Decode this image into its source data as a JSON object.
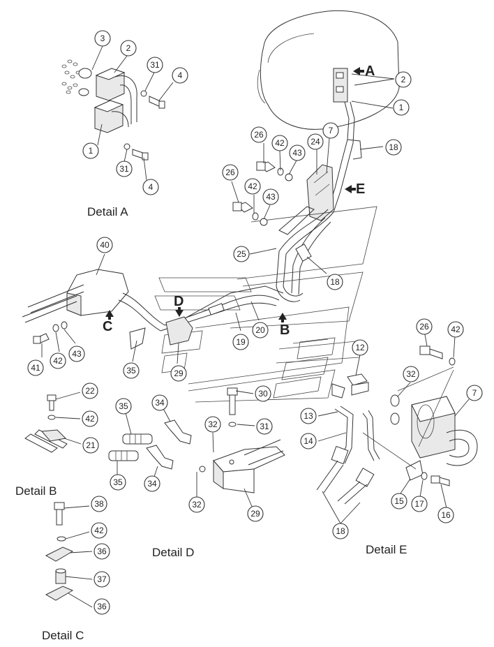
{
  "detail_titles": {
    "a": "Detail A",
    "b": "Detail B",
    "c": "Detail C",
    "d": "Detail D",
    "e": "Detail E"
  },
  "view_letters": {
    "a": "A",
    "b": "B",
    "c": "C",
    "d": "D",
    "e": "E"
  },
  "callouts": [
    {
      "id": "a-3",
      "label": "3"
    },
    {
      "id": "a-2",
      "label": "2"
    },
    {
      "id": "a-31-top",
      "label": "31"
    },
    {
      "id": "a-4-top",
      "label": "4"
    },
    {
      "id": "a-1",
      "label": "1"
    },
    {
      "id": "a-31-bottom",
      "label": "31"
    },
    {
      "id": "a-4-bottom",
      "label": "4"
    },
    {
      "id": "main-2",
      "label": "2"
    },
    {
      "id": "main-1",
      "label": "1"
    },
    {
      "id": "main-18-top",
      "label": "18"
    },
    {
      "id": "main-7",
      "label": "7"
    },
    {
      "id": "main-24",
      "label": "24"
    },
    {
      "id": "main-26-top",
      "label": "26"
    },
    {
      "id": "main-42-top",
      "label": "42"
    },
    {
      "id": "main-43-top",
      "label": "43"
    },
    {
      "id": "main-26-mid",
      "label": "26"
    },
    {
      "id": "main-42-mid",
      "label": "42"
    },
    {
      "id": "main-43-mid",
      "label": "43"
    },
    {
      "id": "main-25",
      "label": "25"
    },
    {
      "id": "main-18-mid",
      "label": "18"
    },
    {
      "id": "main-40",
      "label": "40"
    },
    {
      "id": "main-41",
      "label": "41"
    },
    {
      "id": "main-42-low",
      "label": "42"
    },
    {
      "id": "main-43-low",
      "label": "43"
    },
    {
      "id": "main-35",
      "label": "35"
    },
    {
      "id": "main-29",
      "label": "29"
    },
    {
      "id": "main-19",
      "label": "19"
    },
    {
      "id": "main-20",
      "label": "20"
    },
    {
      "id": "b-22",
      "label": "22"
    },
    {
      "id": "b-42",
      "label": "42"
    },
    {
      "id": "b-21",
      "label": "21"
    },
    {
      "id": "c-38",
      "label": "38"
    },
    {
      "id": "c-42",
      "label": "42"
    },
    {
      "id": "c-36-top",
      "label": "36"
    },
    {
      "id": "c-37",
      "label": "37"
    },
    {
      "id": "c-36-bottom",
      "label": "36"
    },
    {
      "id": "d-35-top",
      "label": "35"
    },
    {
      "id": "d-34-top",
      "label": "34"
    },
    {
      "id": "d-35-bottom",
      "label": "35"
    },
    {
      "id": "d-34-bottom",
      "label": "34"
    },
    {
      "id": "d-30",
      "label": "30"
    },
    {
      "id": "d-32-top",
      "label": "32"
    },
    {
      "id": "d-31",
      "label": "31"
    },
    {
      "id": "d-32-bottom",
      "label": "32"
    },
    {
      "id": "d-29",
      "label": "29"
    },
    {
      "id": "e-12",
      "label": "12"
    },
    {
      "id": "e-26",
      "label": "26"
    },
    {
      "id": "e-42",
      "label": "42"
    },
    {
      "id": "e-32",
      "label": "32"
    },
    {
      "id": "e-7",
      "label": "7"
    },
    {
      "id": "e-13",
      "label": "13"
    },
    {
      "id": "e-14",
      "label": "14"
    },
    {
      "id": "e-15",
      "label": "15"
    },
    {
      "id": "e-17",
      "label": "17"
    },
    {
      "id": "e-16",
      "label": "16"
    },
    {
      "id": "e-18",
      "label": "18"
    }
  ]
}
